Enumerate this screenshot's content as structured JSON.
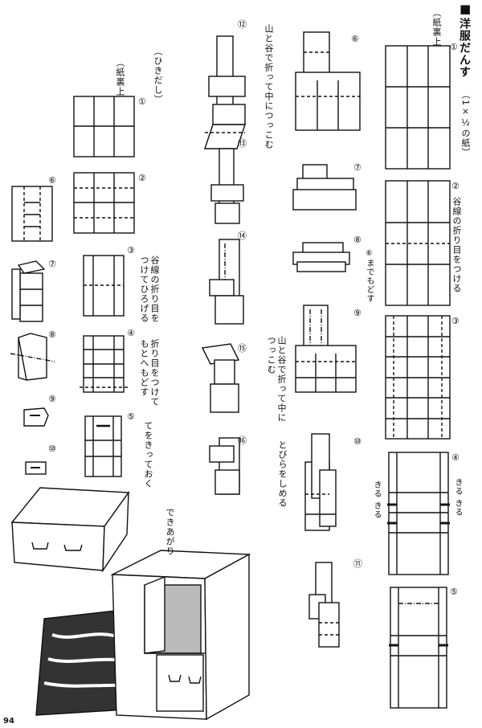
{
  "wardrobe": {
    "title_mark": "■",
    "title": "洋服だんす",
    "paper_size": "（1×½の紙）",
    "paper_side": "（紙裏上）",
    "steps": [
      {
        "num": "①",
        "text": ""
      },
      {
        "num": "②",
        "text": "谷線の折り目をつける"
      },
      {
        "num": "③",
        "text": ""
      },
      {
        "num": "④",
        "text": "きる きる",
        "text2": "きる きる"
      },
      {
        "num": "⑤",
        "text": ""
      },
      {
        "num": "⑥",
        "text": ""
      },
      {
        "num": "⑦",
        "text": ""
      },
      {
        "num": "⑧",
        "text": "⑥までもどす"
      },
      {
        "num": "⑨",
        "text": ""
      },
      {
        "num": "⑩",
        "text": ""
      },
      {
        "num": "⑪",
        "text": ""
      },
      {
        "num": "⑫",
        "text": "山と谷で折って中につっこむ"
      },
      {
        "num": "⑬",
        "text": ""
      },
      {
        "num": "⑭",
        "text": ""
      },
      {
        "num": "⑮",
        "text": "山と谷で折って中につっこむ"
      },
      {
        "num": "⑯",
        "text": "とびらをしめる"
      }
    ]
  },
  "drawer": {
    "title": "（ひきだし）",
    "paper_side": "（紙裏上）",
    "steps": [
      {
        "num": "①",
        "text": ""
      },
      {
        "num": "②",
        "text": ""
      },
      {
        "num": "③",
        "text": "谷線の折り目をつけてひろげる"
      },
      {
        "num": "④",
        "text": "折り目をつけてもとへもどす"
      },
      {
        "num": "⑤",
        "text": "てをきっておく"
      },
      {
        "num": "⑥",
        "text": ""
      },
      {
        "num": "⑦",
        "text": ""
      },
      {
        "num": "⑧",
        "text": ""
      },
      {
        "num": "⑨",
        "text": ""
      },
      {
        "num": "⑩",
        "text": ""
      }
    ]
  },
  "finished": "できあがり",
  "page_number": "94"
}
